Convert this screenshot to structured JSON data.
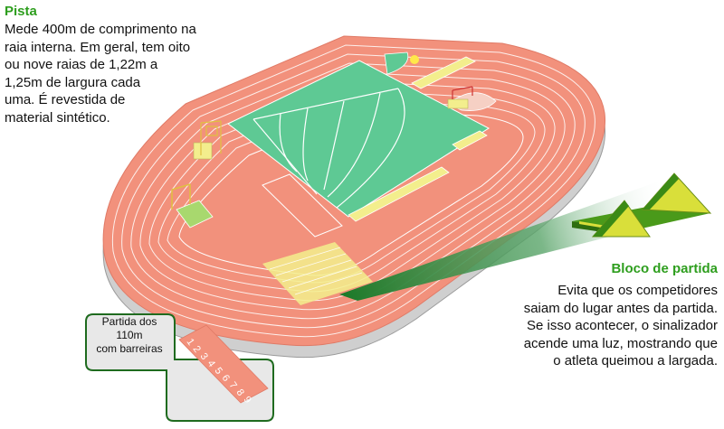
{
  "pista": {
    "title": "Pista",
    "lines": [
      "Mede 400m de comprimento na",
      "raia interna. Em geral, tem oito",
      "ou nove raias de 1,22m a",
      "1,25m de largura cada",
      "uma. É revestida de",
      "material sintético."
    ]
  },
  "bloco": {
    "title": "Bloco de partida",
    "lines": [
      "Evita que os competidores",
      "saiam do lugar antes da partida.",
      "Se isso acontecer, o sinalizador",
      "acende uma luz, mostrando que",
      "o atleta queimou a largada."
    ]
  },
  "partida": {
    "lines": [
      "Partida dos",
      "110m",
      "com barreiras"
    ],
    "lanes": [
      "1",
      "2",
      "3",
      "4",
      "5",
      "6",
      "7",
      "8",
      "9"
    ]
  },
  "colors": {
    "track": "#f2917c",
    "track_edge": "#e07a66",
    "base": "#cfcfcf",
    "field": "#5ec994",
    "accent_green": "#2e9e1e",
    "yellow": "#f3ee8d",
    "callout_border": "#1f6b1f",
    "callout_fill": "#e8e8e8"
  }
}
